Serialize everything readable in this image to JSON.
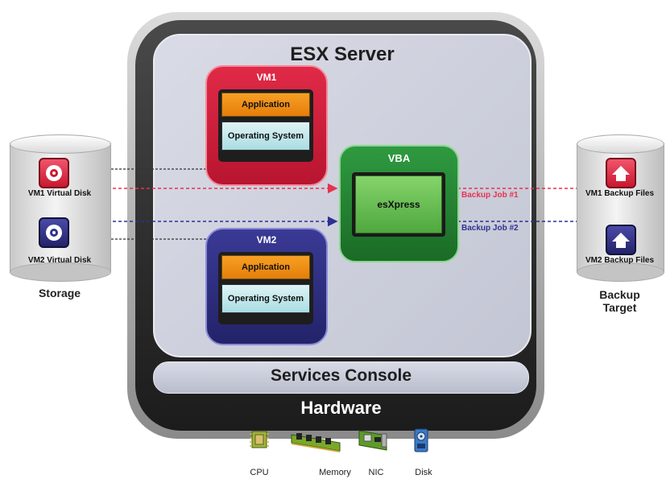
{
  "server": {
    "title": "ESX Server",
    "console_label": "Services Console",
    "hardware_label": "Hardware"
  },
  "vms": [
    {
      "name": "VM1",
      "app_label": "Application",
      "os_label": "Operating System"
    },
    {
      "name": "VM2",
      "app_label": "Application",
      "os_label": "Operating System"
    }
  ],
  "vba": {
    "name": "VBA",
    "app_label": "esXpress"
  },
  "storage": {
    "label": "Storage",
    "disks": [
      "VM1 Virtual Disk",
      "VM2 Virtual Disk"
    ]
  },
  "backup_target": {
    "label_line1": "Backup",
    "label_line2": "Target",
    "files": [
      "VM1 Backup Files",
      "VM2 Backup Files"
    ]
  },
  "jobs": [
    {
      "label": "Backup Job #1",
      "color": "#e8334f"
    },
    {
      "label": "Backup Job #2",
      "color": "#2e3192"
    }
  ],
  "hardware": [
    "CPU",
    "Memory",
    "NIC",
    "Disk"
  ],
  "colors": {
    "vm1": "#d01e3c",
    "vm2": "#2b2b7a",
    "vba": "#26883a",
    "application": "#f39418",
    "os": "#b4e2e6",
    "esxpress": "#6cc255"
  },
  "icons": [
    "hard-disk-icon",
    "backup-file-icon",
    "cpu-icon",
    "memory-icon",
    "nic-icon",
    "disk-icon"
  ]
}
